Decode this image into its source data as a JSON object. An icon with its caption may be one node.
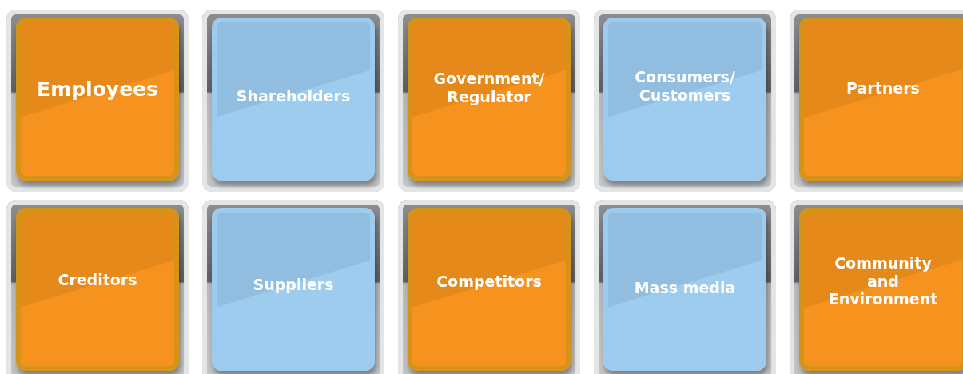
{
  "diagram": {
    "nodes": [
      {
        "text": [
          "Employees"
        ]
      },
      {
        "text": [
          "Shareholders"
        ]
      },
      {
        "text": [
          "Government/ Regulator"
        ]
      },
      {
        "text": [
          "Consumers/ Customers"
        ]
      },
      {
        "text": [
          "Partners"
        ]
      },
      {
        "text": [
          "Creditors"
        ]
      },
      {
        "text": [
          "Suppliers"
        ]
      },
      {
        "text": [
          "Competitors"
        ]
      },
      {
        "text": [
          "Mass media"
        ]
      },
      {
        "text": [
          "Community and Environment"
        ]
      }
    ]
  }
}
